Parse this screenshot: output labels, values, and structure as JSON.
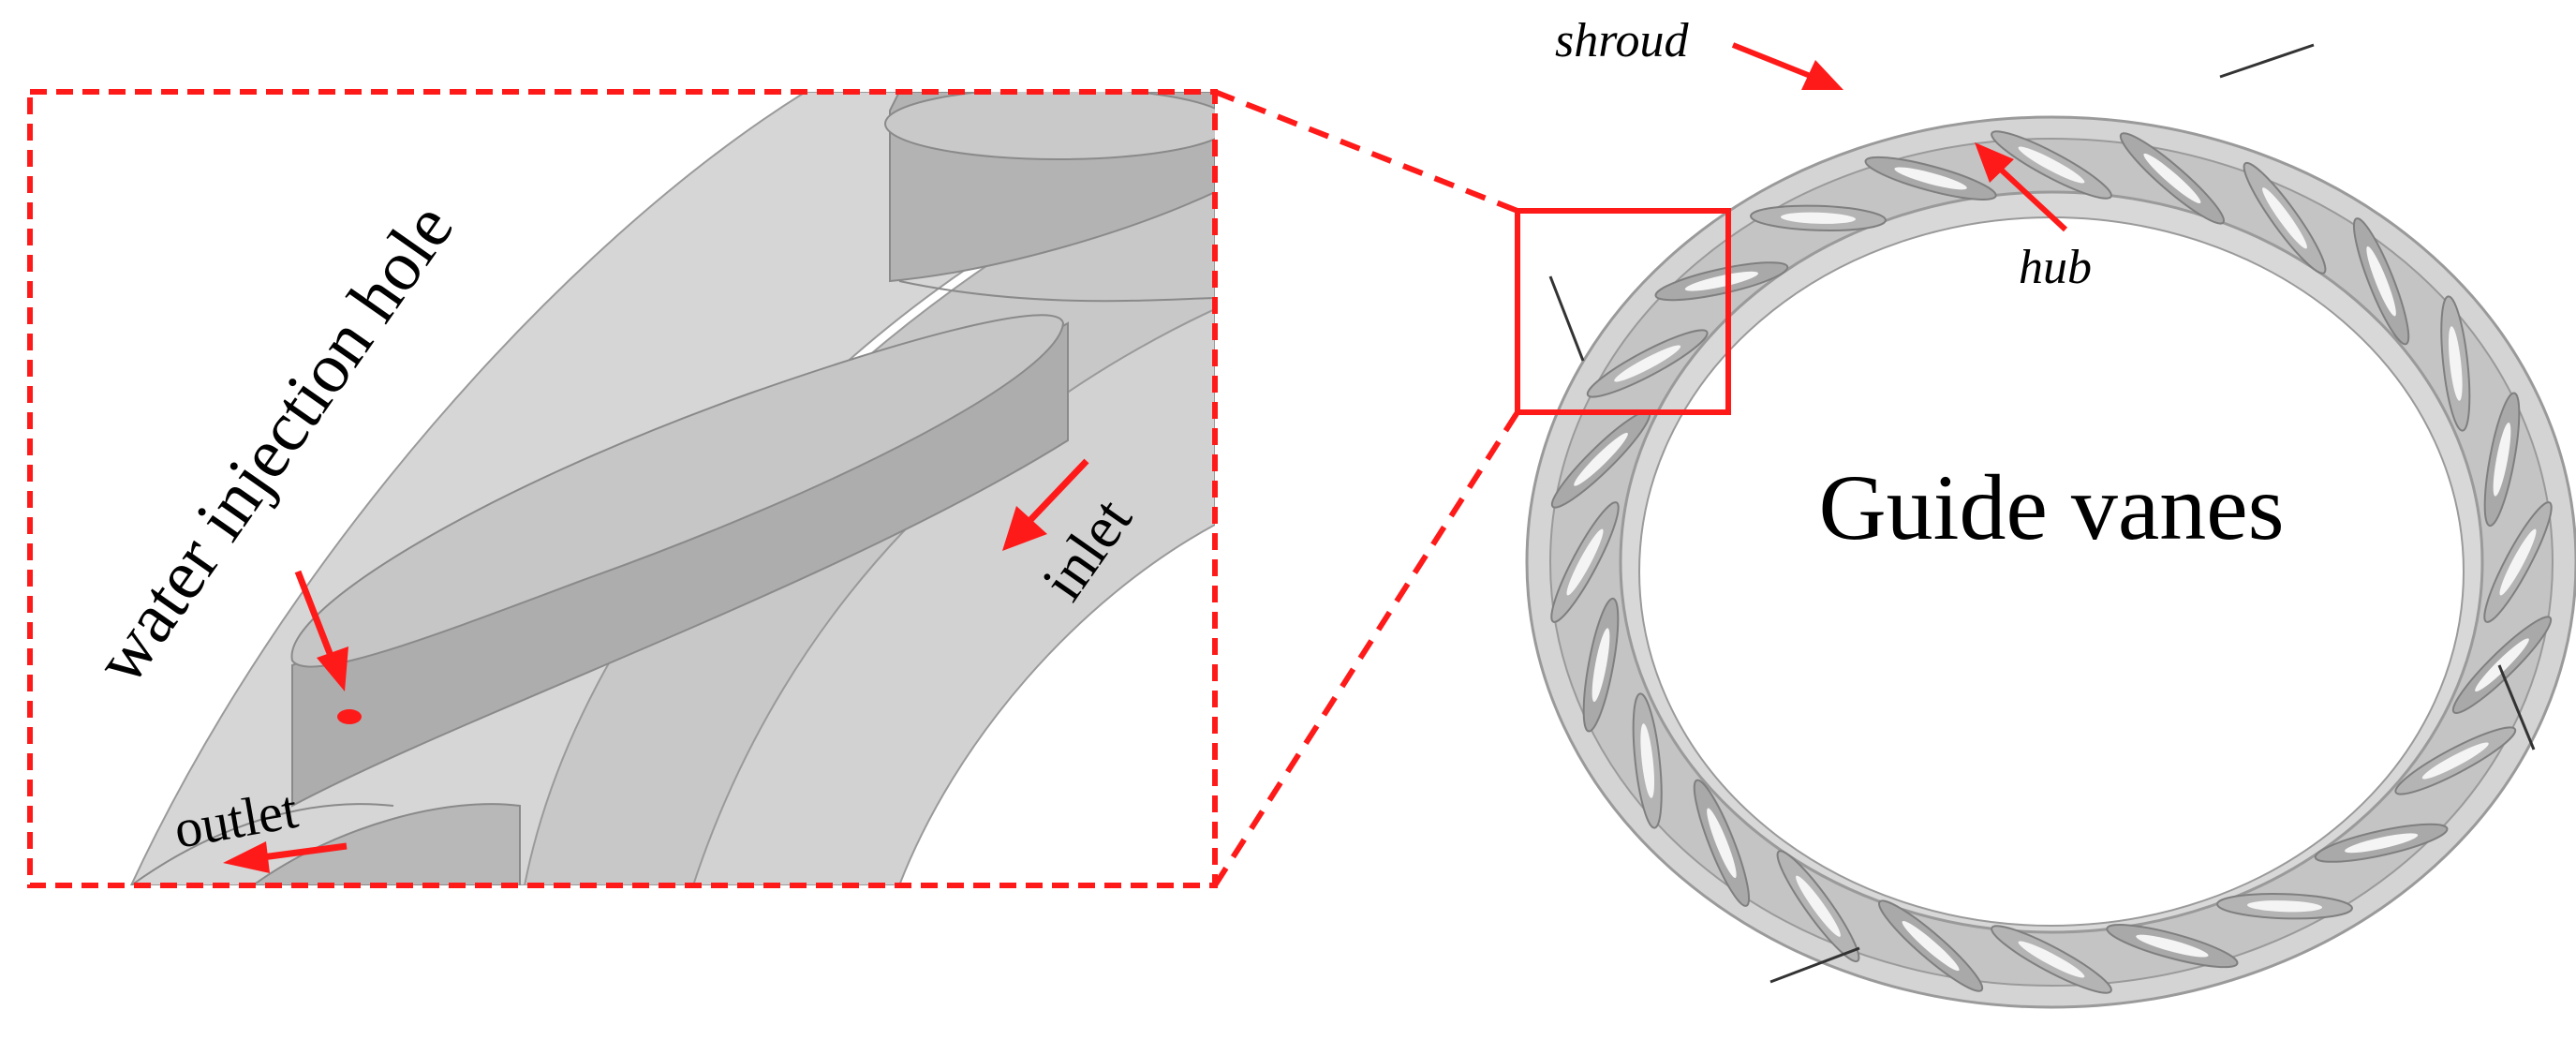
{
  "labels": {
    "water_injection_hole": "water injection hole",
    "inlet": "inlet",
    "outlet": "outlet",
    "shroud": "shroud",
    "hub": "hub",
    "guide_vanes": "Guide vanes"
  },
  "colors": {
    "accent": "#ff1a1a",
    "surface_light": "#d9d9d9",
    "surface_mid": "#c4c4c4",
    "surface_dark": "#ababab",
    "edge": "#8a8a8a",
    "pointer": "#333333"
  },
  "vane_count": 24
}
